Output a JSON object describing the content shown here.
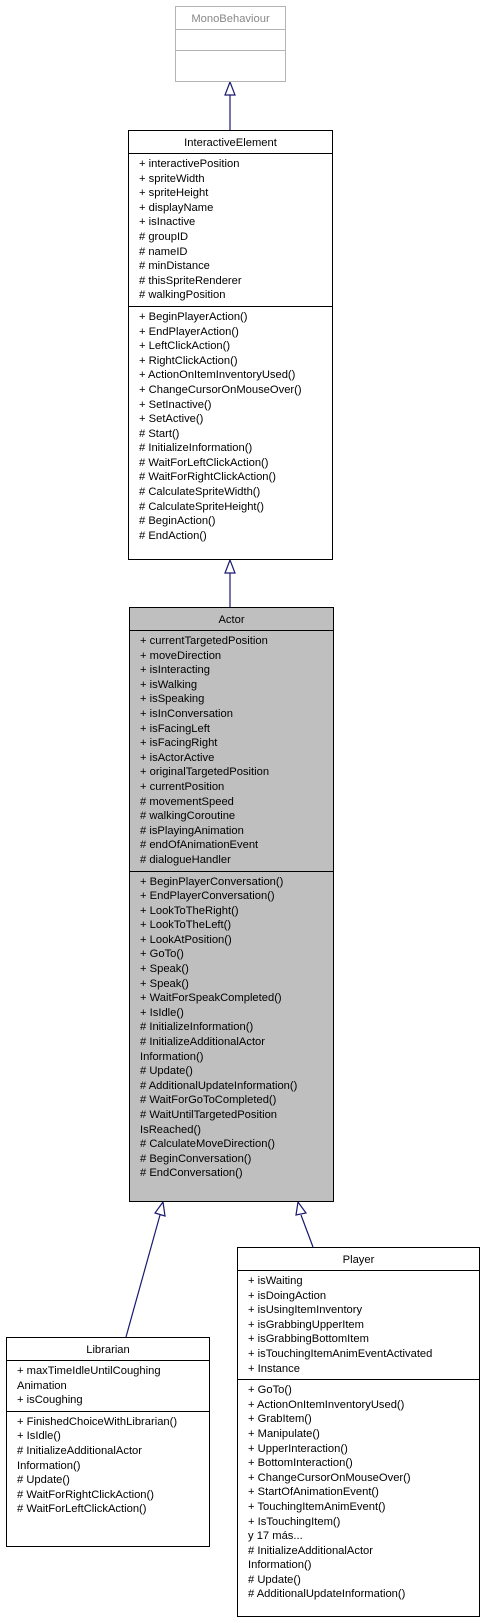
{
  "classes": {
    "monobehaviour": {
      "name": "MonoBehaviour",
      "attributes": [],
      "methods": []
    },
    "interactive_element": {
      "name": "InteractiveElement",
      "attributes": [
        "+ interactivePosition",
        "+ spriteWidth",
        "+ spriteHeight",
        "+ displayName",
        "+ isInactive",
        "# groupID",
        "# nameID",
        "# minDistance",
        "# thisSpriteRenderer",
        "# walkingPosition"
      ],
      "methods": [
        "+ BeginPlayerAction()",
        "+ EndPlayerAction()",
        "+ LeftClickAction()",
        "+ RightClickAction()",
        "+ ActionOnItemInventoryUsed()",
        "+ ChangeCursorOnMouseOver()",
        "+ SetInactive()",
        "+ SetActive()",
        "# Start()",
        "# InitializeInformation()",
        "# WaitForLeftClickAction()",
        "# WaitForRightClickAction()",
        "# CalculateSpriteWidth()",
        "# CalculateSpriteHeight()",
        "# BeginAction()",
        "# EndAction()"
      ]
    },
    "actor": {
      "name": "Actor",
      "attributes": [
        "+ currentTargetedPosition",
        "+ moveDirection",
        "+ isInteracting",
        "+ isWalking",
        "+ isSpeaking",
        "+ isInConversation",
        "+ isFacingLeft",
        "+ isFacingRight",
        "+ isActorActive",
        "+ originalTargetedPosition",
        "+ currentPosition",
        "# movementSpeed",
        "# walkingCoroutine",
        "# isPlayingAnimation",
        "# endOfAnimationEvent",
        "# dialogueHandler"
      ],
      "methods": [
        "+ BeginPlayerConversation()",
        "+ EndPlayerConversation()",
        "+ LookToTheRight()",
        "+ LookToTheLeft()",
        "+ LookAtPosition()",
        "+ GoTo()",
        "+ Speak()",
        "+ Speak()",
        "+ WaitForSpeakCompleted()",
        "+ IsIdle()",
        "# InitializeInformation()",
        "# InitializeAdditionalActor",
        "Information()",
        "# Update()",
        "# AdditionalUpdateInformation()",
        "# WaitForGoToCompleted()",
        "# WaitUntilTargetedPosition",
        "IsReached()",
        "# CalculateMoveDirection()",
        "# BeginConversation()",
        "# EndConversation()"
      ]
    },
    "librarian": {
      "name": "Librarian",
      "attributes": [
        "+ maxTimeIdleUntilCoughing",
        "Animation",
        "+ isCoughing"
      ],
      "methods": [
        "+ FinishedChoiceWithLibrarian()",
        "+ IsIdle()",
        "# InitializeAdditionalActor",
        "Information()",
        "# Update()",
        "# WaitForRightClickAction()",
        "# WaitForLeftClickAction()"
      ]
    },
    "player": {
      "name": "Player",
      "attributes": [
        "+ isWaiting",
        "+ isDoingAction",
        "+ isUsingItemInventory",
        "+ isGrabbingUpperItem",
        "+ isGrabbingBottomItem",
        "+ isTouchingItemAnimEventActivated",
        "+ Instance"
      ],
      "methods": [
        "+ GoTo()",
        "+ ActionOnItemInventoryUsed()",
        "+ GrabItem()",
        "+ Manipulate()",
        "+ UpperInteraction()",
        "+ BottomInteraction()",
        "+ ChangeCursorOnMouseOver()",
        "+ StartOfAnimationEvent()",
        "+ TouchingItemAnimEvent()",
        "+ IsTouchingItem()",
        "y 17 más...",
        "# InitializeAdditionalActor",
        "Information()",
        "# Update()",
        "# AdditionalUpdateInformation()"
      ]
    }
  },
  "colors": {
    "edge": "#191970",
    "actor_fill": "#bfbfbf",
    "grey_border": "#b4b4b4"
  }
}
